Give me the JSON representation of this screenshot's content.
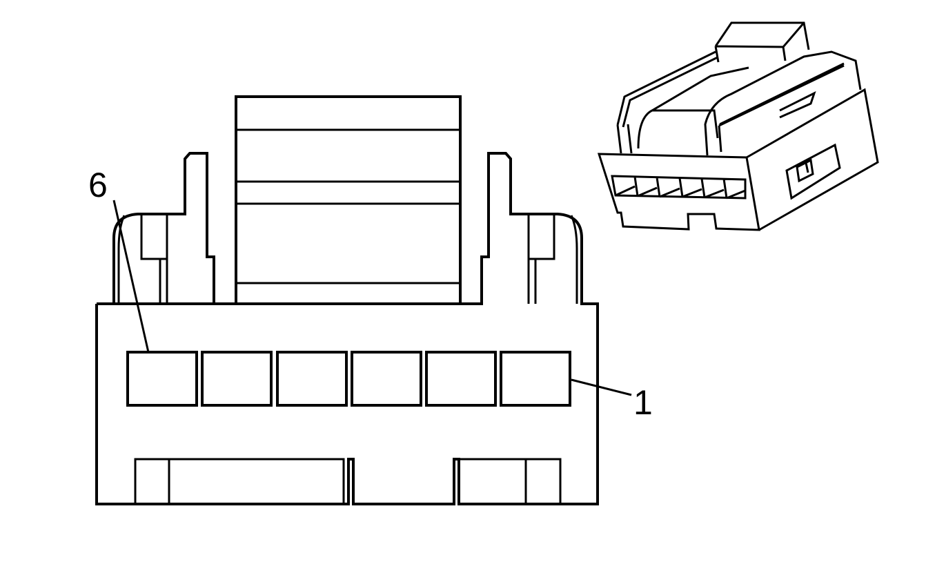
{
  "diagram": {
    "callouts": [
      {
        "label": "6",
        "refers_to": "cavity-6"
      },
      {
        "label": "1",
        "refers_to": "cavity-1"
      }
    ],
    "cavity_count": 6,
    "colors": {
      "line": "#000000",
      "background": "#ffffff"
    }
  }
}
